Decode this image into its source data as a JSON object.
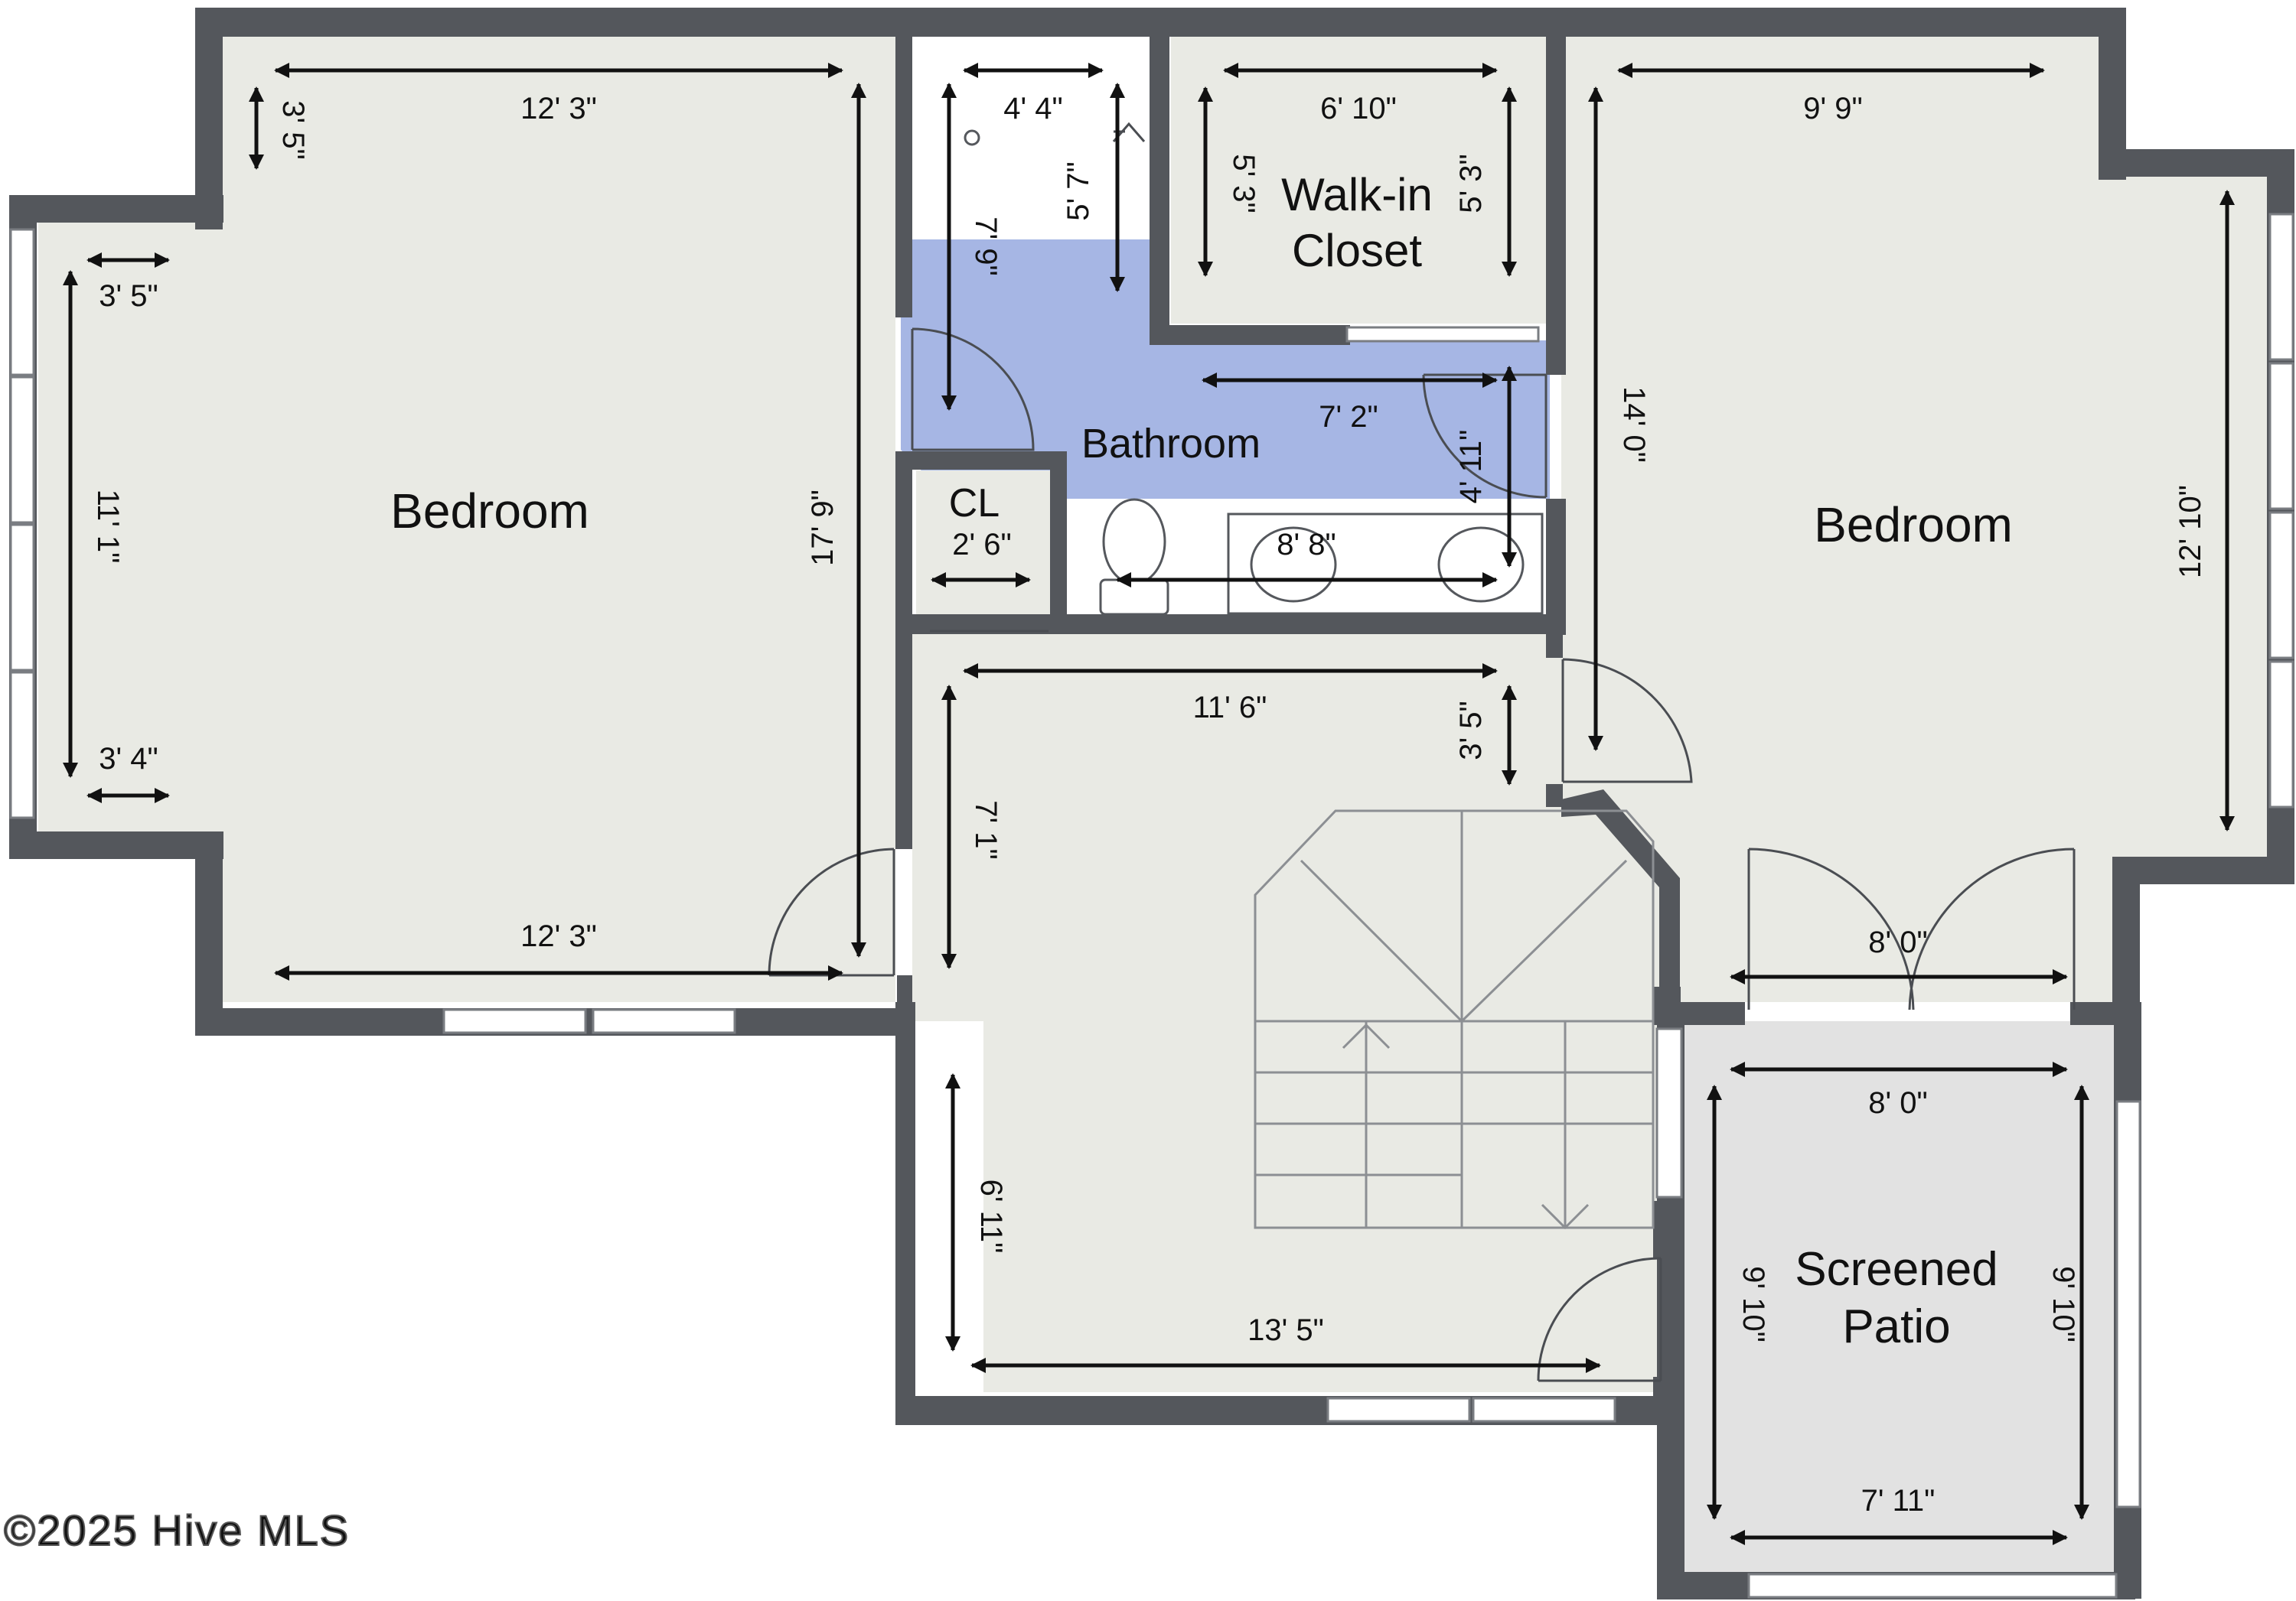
{
  "colors": {
    "floor": "#e9eae4",
    "bathroom": "#a6b6e4",
    "wall": "#54575c",
    "patio": "#e2e2e2",
    "dimension": "#111111"
  },
  "rooms": {
    "bedroom_left": "Bedroom",
    "bathroom": "Bathroom",
    "closet": "CL",
    "walk_in_closet_line1": "Walk-in",
    "walk_in_closet_line2": "Closet",
    "bedroom_right": "Bedroom",
    "screened_patio_line1": "Screened",
    "screened_patio_line2": "Patio"
  },
  "dimensions": {
    "left_bed_top_width": "12' 3\"",
    "left_bed_notch_top": "3' 5\"",
    "left_bed_bay_top": "3' 5\"",
    "left_bed_bay_height": "11' 1\"",
    "left_bed_bay_bottom": "3' 4\"",
    "left_bed_height": "17' 9\"",
    "left_bed_bottom_width": "12' 3\"",
    "shower_width": "4' 4\"",
    "shower_depth": "5' 7\"",
    "bath_height": "7' 9\"",
    "walkin_width": "6' 10\"",
    "walkin_left_height": "5' 3\"",
    "walkin_right_height": "5' 3\"",
    "bath_width": "7' 2\"",
    "bath_right_height": "4' 11\"",
    "vanity_width": "8' 8\"",
    "closet_width": "2' 6\"",
    "right_bed_top_width": "9' 9\"",
    "right_bed_height": "14' 0\"",
    "right_bed_bay_height": "12' 10\"",
    "hall_top_width": "11' 6\"",
    "hall_notch": "3' 5\"",
    "hall_height": "7' 1\"",
    "hall_lower_height": "6' 11\"",
    "hall_bottom_width": "13' 5\"",
    "patio_door_width": "8' 0\"",
    "patio_top_width": "8' 0\"",
    "patio_left_height": "9' 10\"",
    "patio_right_height": "9' 10\"",
    "patio_bottom_width": "7' 11\""
  },
  "watermark": "©2025 Hive MLS"
}
